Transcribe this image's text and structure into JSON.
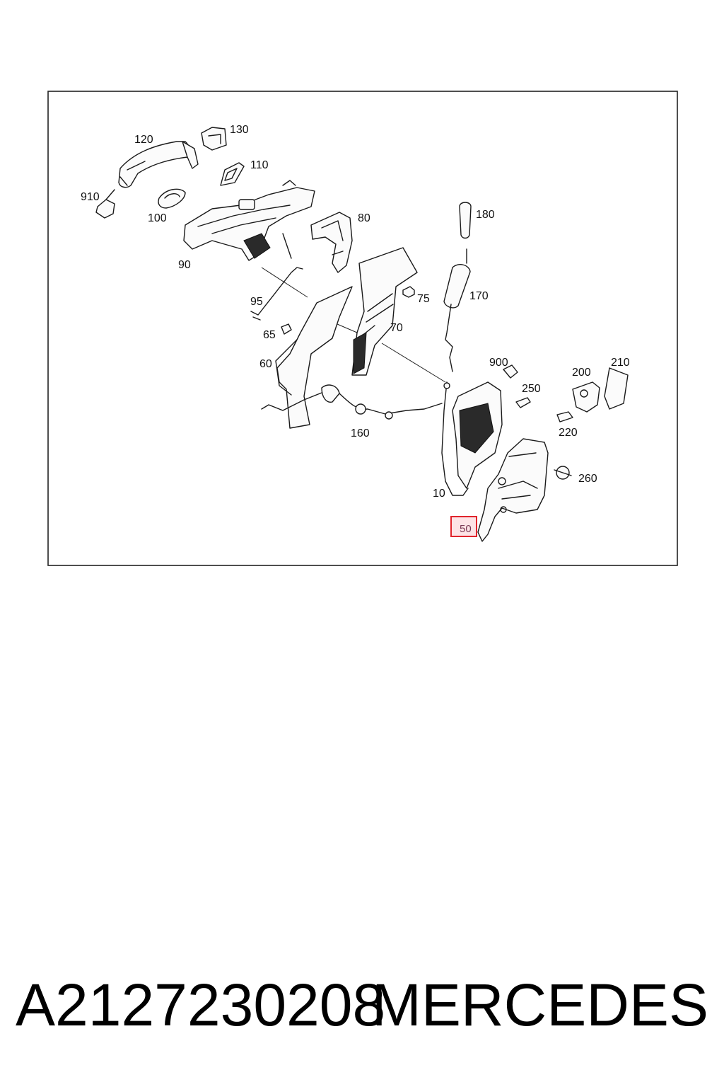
{
  "diagram": {
    "labels": {
      "p120": "120",
      "p130": "130",
      "p110": "110",
      "p910": "910",
      "p100": "100",
      "p80": "80",
      "p180": "180",
      "p90": "90",
      "p95": "95",
      "p75": "75",
      "p170": "170",
      "p65": "65",
      "p70": "70",
      "p60": "60",
      "p900": "900",
      "p210": "210",
      "p200": "200",
      "p250": "250",
      "p160": "160",
      "p220": "220",
      "p260": "260",
      "p10": "10",
      "p50": "50"
    },
    "highlight_color": "#e0242c",
    "highlight_fill": "#fde3e6"
  },
  "footer": {
    "part_number": "A2127230208",
    "brand": "MERCEDES"
  }
}
